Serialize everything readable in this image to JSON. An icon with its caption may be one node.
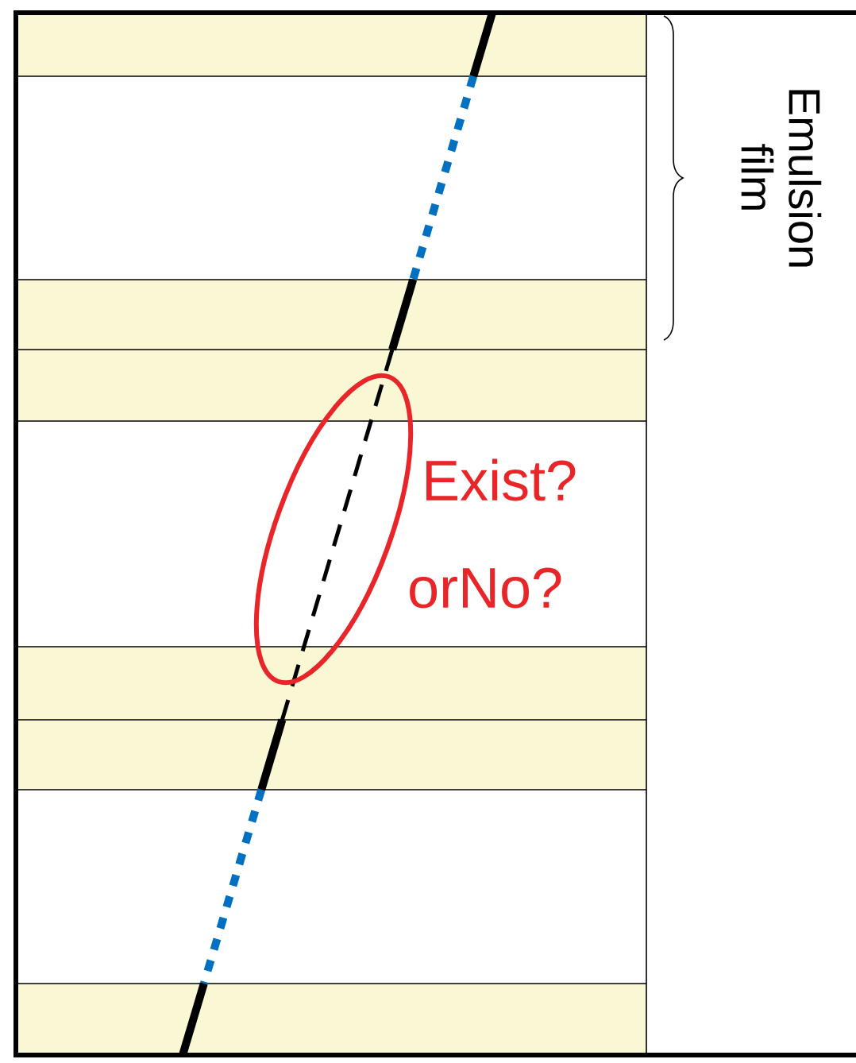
{
  "diagram": {
    "labels": [
      "Emulsion film",
      "Exist?",
      "orNo?"
    ]
  }
}
